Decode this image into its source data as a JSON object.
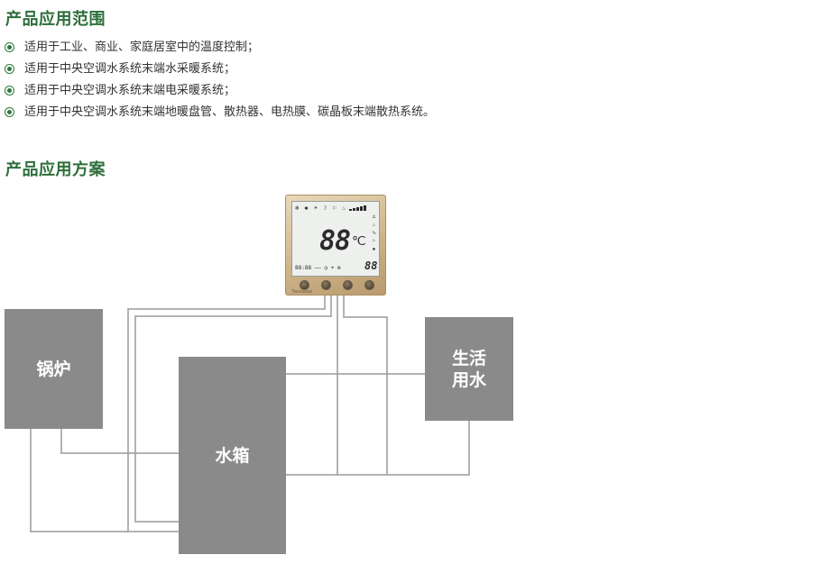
{
  "section1": {
    "title": "产品应用范围",
    "items": [
      "适用于工业、商业、家庭居室中的温度控制；",
      "适用于中央空调水系统末端水采暖系统；",
      "适用于中央空调水系统末端电采暖系统；",
      "适用于中央空调水系统末端地暖盘管、散热器、电热膜、碳晶板末端散热系统。"
    ]
  },
  "section2": {
    "title": "产品应用方案"
  },
  "diagram": {
    "boiler_label": "锅炉",
    "tank_label": "水箱",
    "hot_water_label": "生活\n用水",
    "box_color": "#8a8a8a",
    "pipe_color": "#9a9a9a"
  },
  "thermostat": {
    "lcd_icons": "❄ ✱ ☀ ☽ ⚐ ♨",
    "temperature": "88",
    "unit": "℃",
    "small_reading": "88",
    "bottom_readout": "88:88 —— ◷ ☂ ⚙",
    "side_icons": "⌂\n♨\n∿\n⚐\n▪",
    "brand": "Thermostat",
    "frame_color": "#cfb48a"
  }
}
